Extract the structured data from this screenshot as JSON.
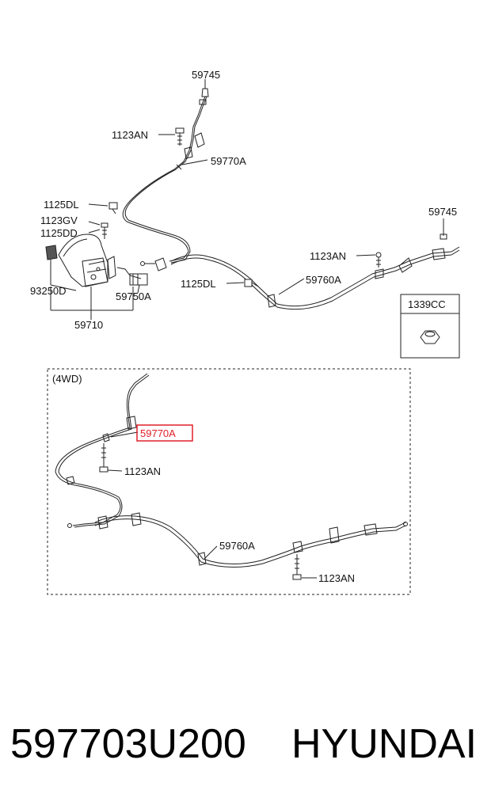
{
  "callouts": {
    "c59745_top": "59745",
    "c1123AN_top": "1123AN",
    "c59770A_top": "59770A",
    "c1125DL_left": "1125DL",
    "c1123GV": "1123GV",
    "c1125DD": "1125DD",
    "c59745_right": "59745",
    "c1123AN_mid": "1123AN",
    "c1125DL_mid": "1125DL",
    "c59760A_top": "59760A",
    "c93250D": "93250D",
    "c59750A": "59750A",
    "c59710": "59710",
    "c1339CC": "1339CC",
    "c4wd_title": "(4WD)",
    "c59770A_4wd": "59770A",
    "c1123AN_4wd_a": "1123AN",
    "c59760A_4wd": "59760A",
    "c1123AN_4wd_b": "1123AN"
  },
  "footer": {
    "part_number": "597703U200",
    "brand": "HYUNDAI"
  },
  "colors": {
    "highlight": "#e0202a",
    "line": "#222222"
  }
}
